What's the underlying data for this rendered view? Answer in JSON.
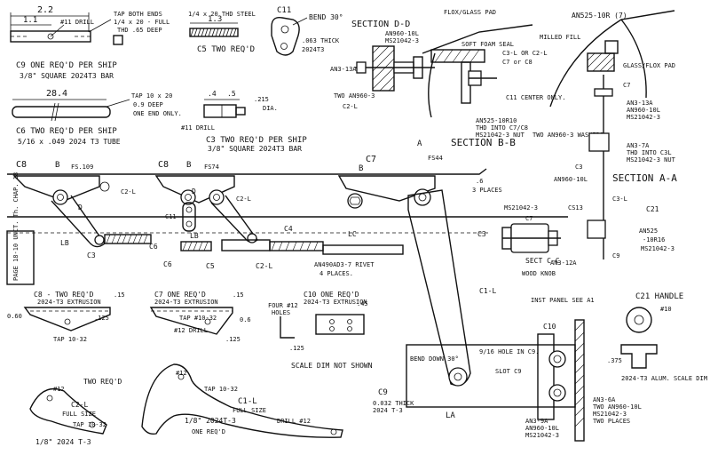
{
  "labels": {
    "dim_22": "2.2",
    "dim_11": "1.1",
    "drill_11": "#11 DRILL",
    "tap_both_ends": "TAP BOTH ENDS",
    "tap_1420": "1/4 x 20 - FULL",
    "tap_65deep": "THD .65 DEEP",
    "c9_caption": "C9 ONE REQ'D PER SHIP",
    "c9_material": "3/8\" SQUARE 2024T3 BAR",
    "steel_thd": "1/4 x 20 THD STEEL",
    "dim_13": "1.3",
    "c5_caption": "C5 TWO REQ'D",
    "c11_label": "C11",
    "bend30": "BEND 30°",
    "c11_thick": ".063 THICK",
    "c11_material": "2024T3",
    "sect_dd": "SECTION D-D",
    "an960_10l": "AN960-10L",
    "ms21042_3": "MS21042-3",
    "an3_13a_dd": "AN3-13A",
    "two_an960_3": "TWO AN960-3",
    "c2l_dd": "C2-L",
    "flox_glass_pad": "FLOX/GLASS PAD",
    "soft_foam_seal": "SOFT FOAM SEAL",
    "c3l_or_c2l": "C3-L OR C2-L",
    "c7_or_c8": "C7 or C8",
    "c11_center": "C11 CENTER ONLY.",
    "an525_10r10": "AN525-10R10",
    "thd_into_c7c8": "THD INTO C7/C8",
    "ms21042_3nut": "MS21042-3 NUT",
    "sect_bb": "SECTION B-B",
    "two_an960_3_washers": "TWO AN960-3 WASHERS.",
    "an525_10r7": "AN525-10R (7)",
    "milled_fill": "MILLED FILL",
    "glass_flox_pad": "GLASS/FLOX PAD",
    "c7_right": "C7",
    "an3_13a_r": "AN3-13A",
    "an960_10l_r": "AN960-10L",
    "ms21042_3_r": "MS21042-3",
    "an3_7a": "AN3-7A",
    "thd_into_c3l": "THD INTO C3L",
    "ms21042_3nut_r": "MS21042-3 NUT",
    "c3_r": "C3",
    "an960_10l_r2": "AN960-10L",
    "sect_aa": "SECTION A-A",
    "c3l_r": "C3-L",
    "dim_284": "28.4",
    "tap_1020": "TAP 10 x 20",
    "tap_09deep": "0.9 DEEP",
    "one_end": "ONE END ONLY.",
    "c6_caption": "C6 TWO REQ'D PER SHIP",
    "c6_material": "5/16 x .049 2024 T3 TUBE",
    "dim_4": ".4",
    "dim_5": ".5",
    "dim_215": ".215",
    "dia": "DIA.",
    "drill_11b": "#11 DRILL",
    "c3_caption": "C3 TWO REQ'D PER SHIP",
    "c3_material": "3/8\" SQUARE 2024T3 BAR",
    "c8_a": "C8",
    "b_a": "B",
    "fs109": "FS.109",
    "c8_b": "C8",
    "b_b": "B",
    "fs74": "FS74",
    "c7_mid": "C7",
    "b_c": "B",
    "fs44": "FS44",
    "a_mark": "A",
    "d1": "D",
    "d2": "D",
    "c2l_1": "C2-L",
    "c2l_2": "C2-L",
    "c11_mid": "C11",
    "lb_1": "LB",
    "lb_2": "LB",
    "lc": "LC",
    "c4": "C4",
    "c3_1": "C3",
    "c3_2": "C3",
    "c6_mid": "C6",
    "c5_mid": "C5",
    "c2l_3": "C2-L",
    "an490": "AN490AD3-7 RIVET",
    "places4": "4 PLACES.",
    "c6_top": ".6",
    "three_places": "3 PLACES",
    "c1l": "C1-L",
    "ms21042_3_c": "MS21042-3",
    "c7_sec": "C7",
    "sect_cc": "SECT C-C",
    "wood_knob": "WOOD KNOB",
    "an3_12a": "AN3-12A",
    "cs13": "CS13",
    "c21_sec": "C21",
    "an525": "AN525",
    "r16": "-10R16",
    "ms21042_3_d": "MS21042-3",
    "c9_sec": "C9",
    "page_tag": "PAGE 18-10 UNCT. Th. CHAP. 18",
    "c8_bottom": "C8 - TWO REQ'D",
    "c8_bottom_mat": "2024-T3 EXTRUSION",
    "dim_15": ".15",
    "dim_060": "0.60",
    "dim_125a": ".125",
    "tap_1032a": "TAP 10-32",
    "c7_bottom": "C7 ONE REQ'D",
    "c7_bottom_mat": "2024-T3 EXTRUSION",
    "dim_15b": ".15",
    "tap_1032b": "TAP #10-32",
    "drill_12a": "#12 DRILL",
    "dim_06": "0.6",
    "dim_125b": ".125",
    "four_12": "FOUR #12",
    "holes": "HOLES",
    "dim_125c": ".125",
    "c10_bottom": "C10 ONE REQ'D",
    "c10_bottom_mat": "2024-T3 EXTRUSION",
    "dim_45": ".45",
    "scale_dim": "SCALE DIM NOT SHOWN",
    "two_reqd": "TWO REQ'D",
    "h12a": "#12",
    "c2l_full": "C2-L",
    "full_size_a": "FULL SIZE",
    "tap_1032c": "TAP 10-32",
    "mat_a": "1/8\" 2024 T-3",
    "h12b": "#12",
    "tap_1032d": "TAP 10-32",
    "c1l_full": "C1-L",
    "full_size_b": "FULL SIZE",
    "mat_b": "1/8\" 2024T-3",
    "one_reqd": "ONE REQ'D",
    "drill_12b": "DRILL #12",
    "bend_down": "BEND DOWN 30°",
    "c9_b": "C9",
    "thick_032": "0.032 THICK",
    "mat_c9": "2024 T-3",
    "hole916": "9/16 HOLE IN C9.",
    "slot_c9": "SLOT C9",
    "la": "LA",
    "inst_panel": "INST PANEL SEE A1",
    "c10_r": "C10",
    "c21_handle": "C21 HANDLE",
    "h10": "#10",
    "dim_375": ".375",
    "alum": "2024-T3 ALUM. SCALE DIM NOT SHOWN",
    "an3_6a": "AN3-6A",
    "two_an960_10l": "TWO AN960-10L",
    "ms21042_3_e": "MS21042-3",
    "two_places": "TWO PLACES",
    "an3_9a": "AN3-9A",
    "an960_10l_b": "AN960-10L",
    "ms21042_3_f": "MS21042-3"
  },
  "icons": [
    "pivot-bolt-icon",
    "nut-icon",
    "section-arrow-icon",
    "cross-hatch-icon"
  ]
}
